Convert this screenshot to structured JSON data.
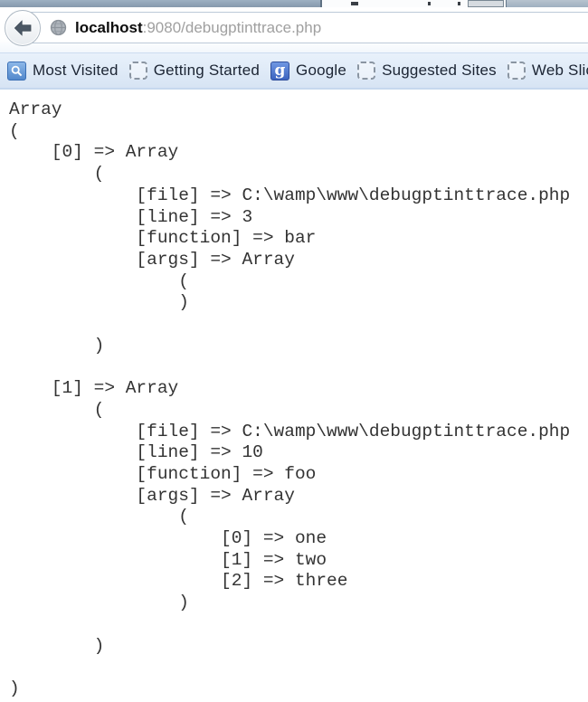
{
  "browser": {
    "address_bar": {
      "host": "localhost",
      "rest": ":9080/debugptinttrace.php"
    },
    "favorites_bar": {
      "items": [
        {
          "label": "Most Visited",
          "icon": "most-visited-icon"
        },
        {
          "label": "Getting Started",
          "icon": "empty-favicon"
        },
        {
          "label": "Google",
          "icon": "google-favicon"
        },
        {
          "label": "Suggested Sites",
          "icon": "empty-favicon"
        },
        {
          "label": "Web Slice Gallery",
          "icon": "empty-favicon"
        }
      ],
      "google_glyph": "g"
    }
  },
  "page": {
    "content": "Array\n(\n    [0] => Array\n        (\n            [file] => C:\\wamp\\www\\debugptinttrace.php\n            [line] => 3\n            [function] => bar\n            [args] => Array\n                (\n                )\n\n        )\n\n    [1] => Array\n        (\n            [file] => C:\\wamp\\www\\debugptinttrace.php\n            [line] => 10\n            [function] => foo\n            [args] => Array\n                (\n                    [0] => one\n                    [1] => two\n                    [2] => three\n                )\n\n        )\n\n)"
  },
  "colors": {
    "favorites_bg_top": "#e8f1fb",
    "favorites_bg_bottom": "#d7e4f4",
    "url_host": "#0d0d0d",
    "url_rest": "#a0a0a0",
    "content_text": "#333333",
    "google_blue": "#3b63bf",
    "most_visited_blue": "#5288cc",
    "back_arrow": "#4c5865",
    "tab_gray_blue": "#8fa3b6"
  }
}
